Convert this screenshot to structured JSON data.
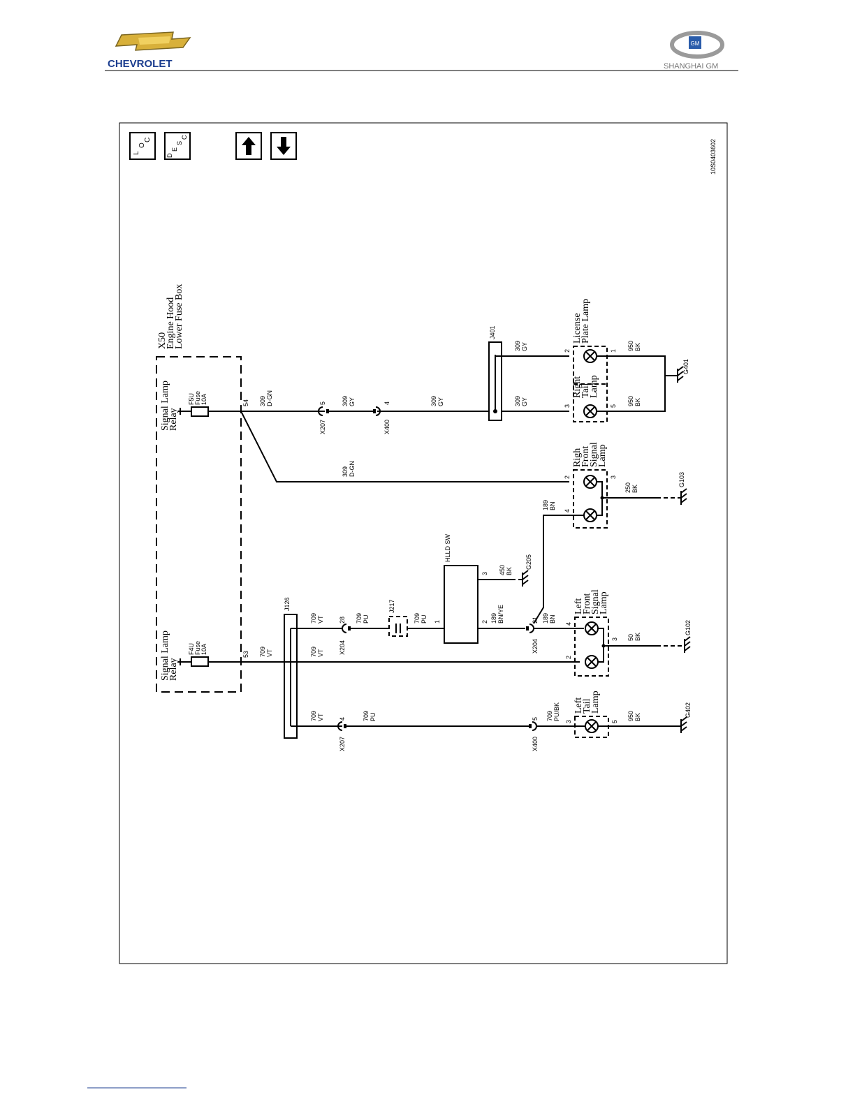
{
  "header": {
    "left_logo_text": "CHEVROLET",
    "right_logo_text": "SHANGHAI GM",
    "right_logo_badge": "GM",
    "right_logo_icon": "shanghai-gm-logo",
    "left_logo_icon": "chevrolet-bowtie"
  },
  "buttons": {
    "loc": [
      "L",
      "O",
      "C"
    ],
    "desc": [
      "D",
      "E",
      "S",
      "C"
    ],
    "up_icon": "arrow-up-icon",
    "down_icon": "arrow-down-icon"
  },
  "diagram_id": "10S0403602",
  "fuse_box": {
    "lines": [
      "X50",
      "Engine Hood",
      "Lower Fuse Box"
    ],
    "f5u": {
      "relay": [
        "Signal Lamp",
        "Relay"
      ],
      "fuse": [
        "F5U",
        "Fuse",
        "10A"
      ],
      "pin": "54"
    },
    "f4u": {
      "relay": [
        "Signal Lamp",
        "Relay"
      ],
      "fuse": [
        "F4U",
        "Fuse",
        "10A"
      ],
      "pin": "53"
    }
  },
  "components": {
    "license": [
      "License",
      "Plate Lamp"
    ],
    "right_tail": [
      "Right",
      "Tail",
      "Lamp"
    ],
    "right_front": [
      "Righ",
      "Front",
      "Signal",
      "Lamp"
    ],
    "left_front": [
      "Left",
      "Front",
      "Signal",
      "Lamp"
    ],
    "left_tail": [
      "Left",
      "Tail",
      "Lamp"
    ],
    "hlld": "HLLD SW",
    "j401": "J401",
    "j126": "J126",
    "j217": "J217"
  },
  "wires": {
    "w309dgn_a": [
      "309",
      "D-GN"
    ],
    "w309gy_a": [
      "309",
      "GY"
    ],
    "w309gy_b": [
      "309",
      "GY"
    ],
    "w309gy_c": [
      "309",
      "GY"
    ],
    "w309gy_d": [
      "309",
      "GY"
    ],
    "w309dgn_b": [
      "309",
      "D-GN"
    ],
    "w950bk_a": [
      "950",
      "BK"
    ],
    "w950bk_b": [
      "950",
      "BK"
    ],
    "w250bk": [
      "250",
      "BK"
    ],
    "w189bn_a": [
      "189",
      "BN"
    ],
    "w450bk": [
      "450",
      "BK"
    ],
    "w709vt_a": [
      "709",
      "VT"
    ],
    "w709vt_b": [
      "709",
      "VT"
    ],
    "w709vt_c": [
      "709",
      "VT"
    ],
    "w709vt_d": [
      "709",
      "VT"
    ],
    "w709pu_a": [
      "709",
      "PU"
    ],
    "w709pu_b": [
      "709",
      "PU"
    ],
    "w709pu_c": [
      "709",
      "PU"
    ],
    "w189bnye": [
      "189",
      "BN/YE"
    ],
    "w189bn_b": [
      "189",
      "BN"
    ],
    "w50bk": [
      "50",
      "BK"
    ],
    "w709pubk": [
      "709",
      "PU/BK"
    ],
    "w950bk_c": [
      "950",
      "BK"
    ]
  },
  "connectors": {
    "x207a": "X207",
    "x207a_pin": "5",
    "x400a": "X400",
    "x400a_pin": "4",
    "x204a": "X204",
    "x204a_pin": "28",
    "x204b": "X204",
    "x204b_pin": "21",
    "x207b": "X207",
    "x207b_pin": "4",
    "x400b": "X400",
    "x400b_pin": "5"
  },
  "pins": {
    "rt_3": "3",
    "rt_5": "5",
    "lic_2": "2",
    "lic_1": "1",
    "rf_2": "2",
    "rf_4": "4",
    "rf_3": "3",
    "hl_1": "1",
    "hl_2": "2",
    "hl_3": "3",
    "lf_4": "4",
    "lf_2": "2",
    "lf_3": "3",
    "lt_3": "3",
    "lt_5": "5"
  },
  "grounds": {
    "g401": "G401",
    "g103": "G103",
    "g205": "G205",
    "g102": "G102",
    "g402": "G402"
  }
}
